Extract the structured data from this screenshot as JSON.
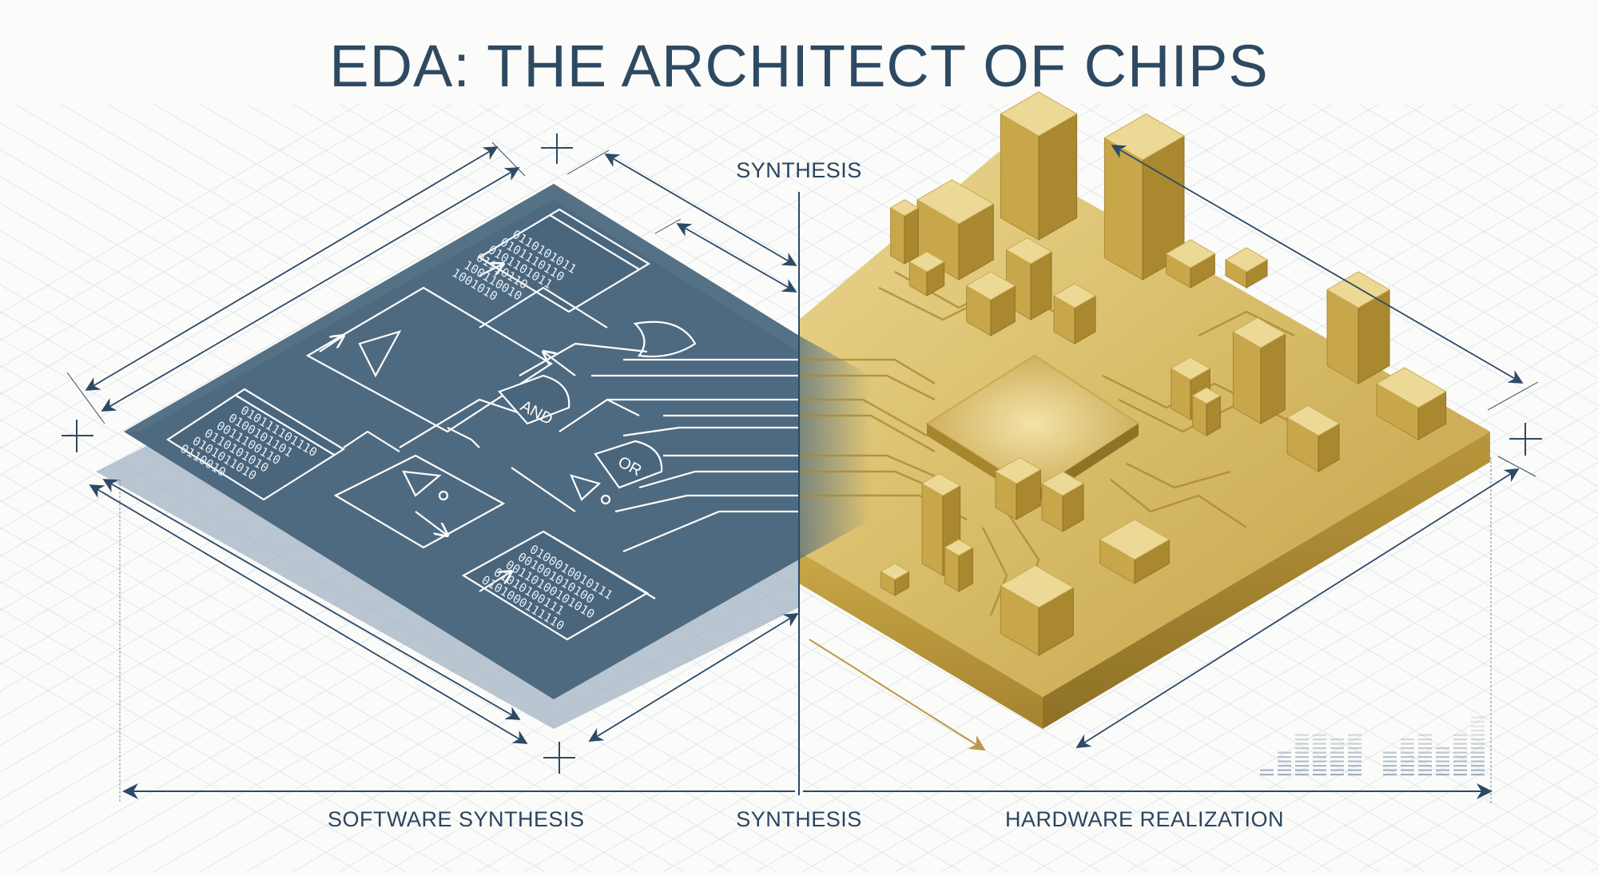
{
  "title": "EDA: THE ARCHITECT OF CHIPS",
  "labels": {
    "top_center": "SYNTHESIS",
    "bottom_left": "SOFTWARE SYNTHESIS",
    "bottom_center": "SYNTHESIS",
    "bottom_right": "HARDWARE REALIZATION"
  },
  "schematic": {
    "gates": {
      "and": "AND",
      "or": "OR"
    },
    "binary_blocks": [
      {
        "name": "top-binary-block",
        "rows": [
          "0110101011",
          "0101110110",
          "0101101011",
          "01110110",
          "100110010",
          "1001010"
        ]
      },
      {
        "name": "left-binary-block",
        "rows": [
          "010111101110",
          "0100101101",
          "0011100110",
          "0110101010",
          "0101011010",
          "0110010"
        ]
      },
      {
        "name": "bottom-binary-block",
        "rows": [
          "0100010010111",
          "001001010100",
          "00110100101010",
          "01010100111",
          "0101000111110"
        ]
      }
    ]
  },
  "colors": {
    "title": "#2e4a63",
    "label": "#2b4560",
    "schematic_plane": "#4e6a80",
    "schematic_shadow": "#9aabba",
    "gold_light": "#e6cf8a",
    "gold_mid": "#c9a94f",
    "gold_dark": "#9c7e2c",
    "dimension_line": "#2d4a66",
    "grid": "#d9dfe6",
    "background": "#fbfbf9"
  },
  "decor_bars": [
    2,
    6,
    10,
    10,
    9,
    10,
    0,
    6,
    9,
    10,
    7,
    10,
    14
  ]
}
